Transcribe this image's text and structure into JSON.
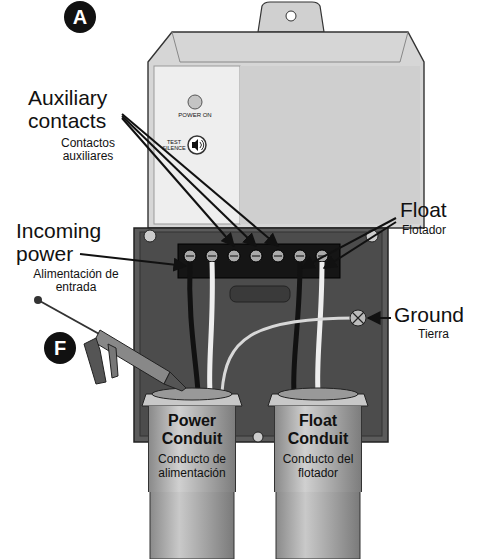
{
  "diagram": {
    "nodes": [
      {
        "text": [
          "A"
        ]
      },
      {
        "text": [
          "F"
        ]
      },
      {
        "text": [
          "Power Conduit",
          "Conducto de alimentación"
        ]
      },
      {
        "text": [
          "Float Conduit",
          "Conducto del flotador"
        ]
      }
    ],
    "labels": [
      "Auxiliary contacts",
      "Contactos auxiliares",
      "POWER ON",
      "TEST SILENCE",
      "Incoming power",
      "Alimentación de entrada",
      "Float",
      "Flotador",
      "Ground",
      "Tierra"
    ]
  }
}
